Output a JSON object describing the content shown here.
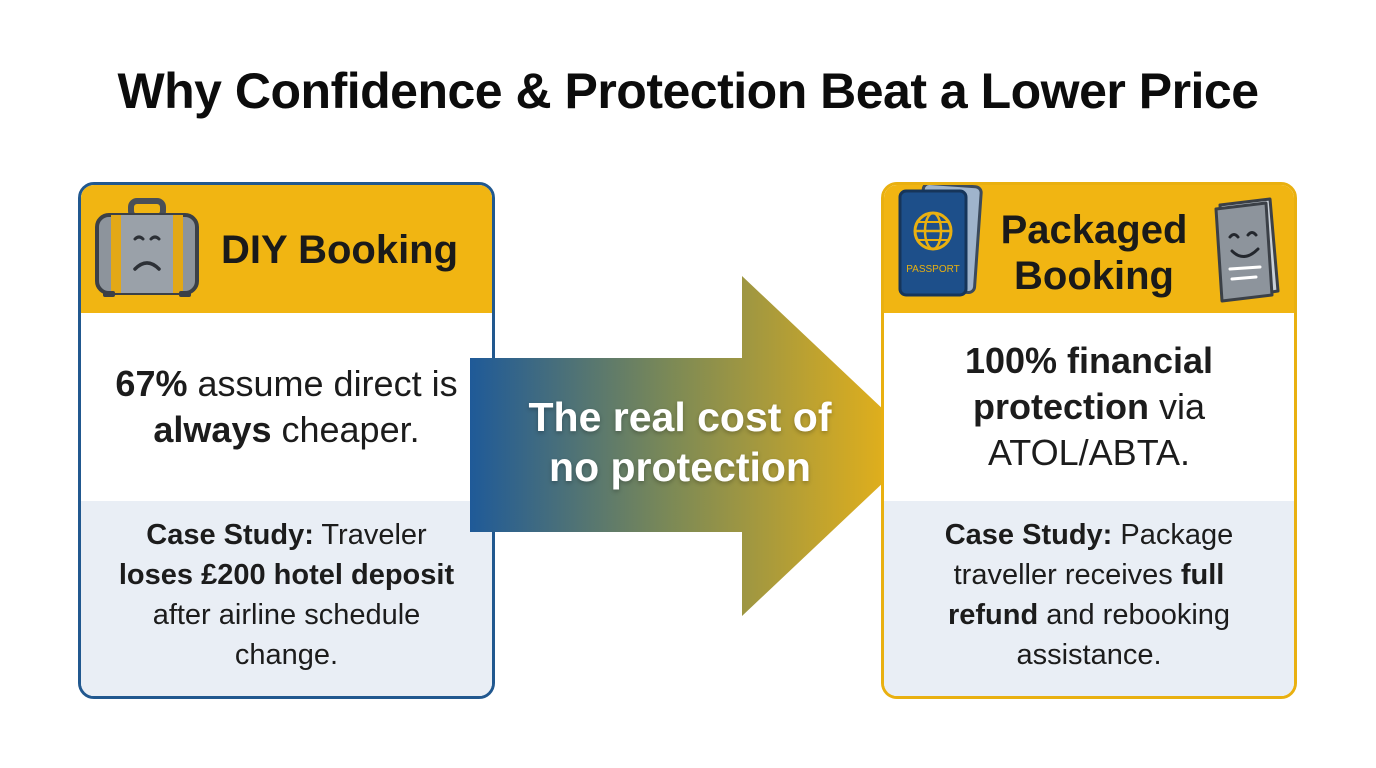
{
  "title": "Why Confidence & Protection Beat a Lower Price",
  "arrow": {
    "line1": "The real cost of",
    "line2": "no protection"
  },
  "left_card": {
    "title": "DIY Booking",
    "stat": {
      "bold1": "67%",
      "text1": " assume direct is ",
      "bold2": "always",
      "text2": " cheaper."
    },
    "case": {
      "bold1": "Case Study:",
      "text1": " Traveler ",
      "bold2": "loses £200 hotel deposit",
      "text2": " after airline schedule change."
    }
  },
  "right_card": {
    "title_line1": "Packaged",
    "title_line2": "Booking",
    "passport_label": "PASSPORT",
    "stat": {
      "bold1": "100% financial protection",
      "text1": " via ATOL/ABTA."
    },
    "case": {
      "bold1": "Case Study:",
      "text1": " Package traveller receives ",
      "bold2": "full refund",
      "text2": " and rebooking assistance."
    }
  },
  "colors": {
    "header_yellow": "#f1b512",
    "left_border": "#21588f",
    "right_border": "#e9b010",
    "case_bg": "#e9eef5",
    "arrow_start": "#1f5a98",
    "arrow_end": "#f1b512"
  },
  "icons": {
    "left": "sad-suitcase-icon",
    "right_primary": "passport-icon",
    "right_secondary": "happy-document-icon"
  }
}
